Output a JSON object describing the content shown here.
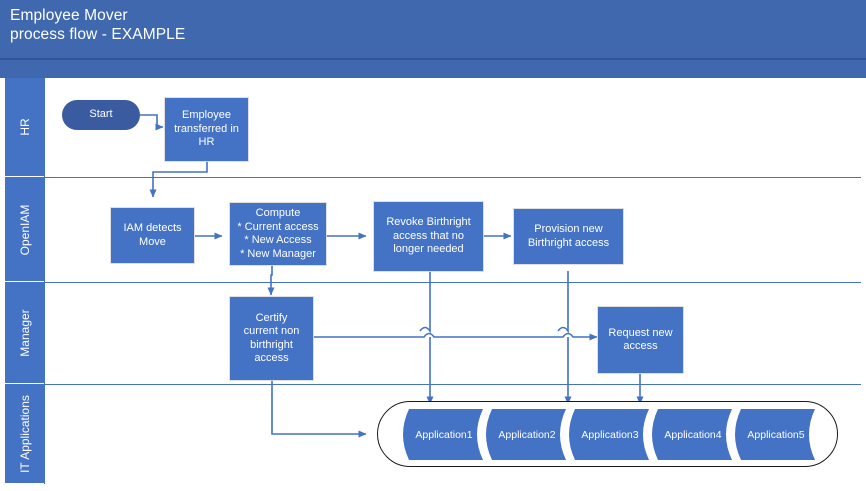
{
  "header": {
    "title": "Employee Mover\nprocess flow - EXAMPLE",
    "background_color": "#3F68AE",
    "text_color": "#FFFFFF"
  },
  "colors": {
    "lane_header": "#4472C4",
    "process_box": "#4472C4",
    "start_box": "#3A5BA0",
    "connector": "#4472C4",
    "container_outline": "#1A1A1A",
    "lane_divider": "#4472C4"
  },
  "diagram": {
    "type": "swimlane-flowchart",
    "lanes": [
      {
        "id": "hr",
        "label": "HR",
        "nodes": [
          {
            "id": "start",
            "label": "Start",
            "shape": "rounded-terminator"
          },
          {
            "id": "emp-transferred",
            "label": "Employee\ntransferred in\nHR",
            "shape": "process"
          }
        ]
      },
      {
        "id": "openiam",
        "label": "OpenIAM",
        "nodes": [
          {
            "id": "iam-detects",
            "label": "IAM detects\nMove",
            "shape": "process"
          },
          {
            "id": "compute",
            "label": "Compute\n* Current access\n* New Access\n* New Manager",
            "shape": "process"
          },
          {
            "id": "revoke-birthright",
            "label": "Revoke Birthright\naccess that no\nlonger needed",
            "shape": "process"
          },
          {
            "id": "provision-birthright",
            "label": "Provision new\nBirthright access",
            "shape": "process"
          }
        ]
      },
      {
        "id": "manager",
        "label": "Manager",
        "nodes": [
          {
            "id": "certify",
            "label": "Certify\ncurrent non\nbirthright\naccess",
            "shape": "process"
          },
          {
            "id": "request-new",
            "label": "Request new\naccess",
            "shape": "process"
          }
        ]
      },
      {
        "id": "it-applications",
        "label": "IT Applications",
        "nodes": [
          {
            "id": "app1",
            "label": "Application1",
            "shape": "ribbon"
          },
          {
            "id": "app2",
            "label": "Application2",
            "shape": "ribbon"
          },
          {
            "id": "app3",
            "label": "Application3",
            "shape": "ribbon"
          },
          {
            "id": "app4",
            "label": "Application4",
            "shape": "ribbon"
          },
          {
            "id": "app5",
            "label": "Application5",
            "shape": "ribbon"
          }
        ]
      }
    ],
    "connections": [
      {
        "from": "start",
        "to": "emp-transferred"
      },
      {
        "from": "emp-transferred",
        "to": "iam-detects"
      },
      {
        "from": "iam-detects",
        "to": "compute"
      },
      {
        "from": "compute",
        "to": "revoke-birthright"
      },
      {
        "from": "compute",
        "to": "certify"
      },
      {
        "from": "revoke-birthright",
        "to": "provision-birthright"
      },
      {
        "from": "revoke-birthright",
        "to": "applications"
      },
      {
        "from": "provision-birthright",
        "to": "applications"
      },
      {
        "from": "certify",
        "to": "request-new"
      },
      {
        "from": "certify",
        "to": "applications"
      },
      {
        "from": "request-new",
        "to": "applications"
      }
    ]
  }
}
